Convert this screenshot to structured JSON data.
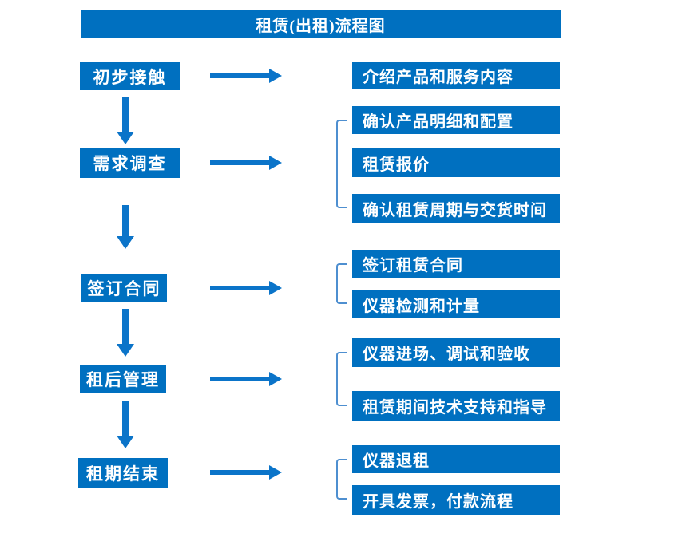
{
  "title": "租赁(出租)流程图",
  "colors": {
    "box_blue": "#0070C0",
    "arrow_blue": "#0B74C9",
    "bracket_blue": "#4E8FD0",
    "text": "#FFFFFF"
  },
  "stages": [
    {
      "label": "初步接触",
      "outputs": [
        "介绍产品和服务内容"
      ]
    },
    {
      "label": "需求调查",
      "outputs": [
        "确认产品明细和配置",
        "租赁报价",
        "确认租赁周期与交货时间"
      ]
    },
    {
      "label": "签订合同",
      "outputs": [
        "签订租赁合同",
        "仪器检测和计量"
      ]
    },
    {
      "label": "租后管理",
      "outputs": [
        "仪器进场、调试和验收",
        "租赁期间技术支持和指导"
      ]
    },
    {
      "label": "租期结束",
      "outputs": [
        "仪器退租",
        "开具发票，付款流程"
      ]
    }
  ]
}
